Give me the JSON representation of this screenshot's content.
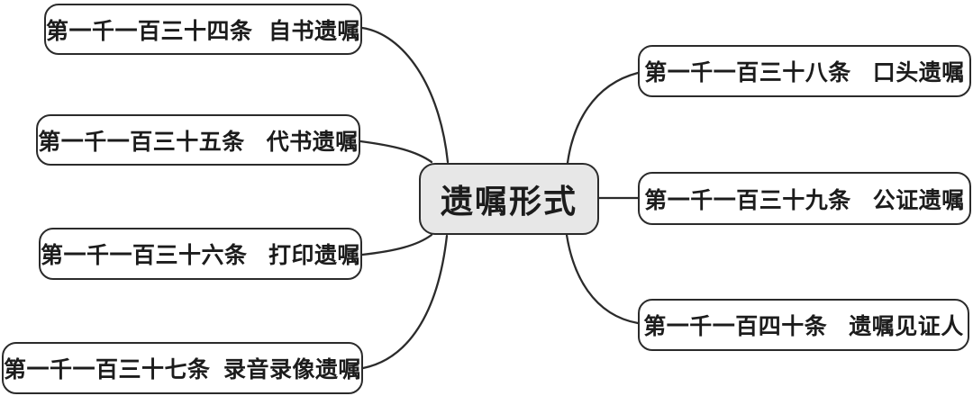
{
  "diagram": {
    "type": "mindmap",
    "central_topic": "遗嘱形式",
    "colors": {
      "background": "#ffffff",
      "node_fill": "#ffffff",
      "central_fill": "#e7e7e7",
      "border": "#2b2b2b",
      "text": "#1c1c1c"
    },
    "left_branches": [
      {
        "article": "第一千一百三十四条",
        "title": "自书遗嘱"
      },
      {
        "article": "第一千一百三十五条",
        "title": "代书遗嘱"
      },
      {
        "article": "第一千一百三十六条",
        "title": "打印遗嘱"
      },
      {
        "article": "第一千一百三十七条",
        "title": "录音录像遗嘱"
      }
    ],
    "right_branches": [
      {
        "article": "第一千一百三十八条",
        "title": "口头遗嘱"
      },
      {
        "article": "第一千一百三十九条",
        "title": "公证遗嘱"
      },
      {
        "article": "第一千一百四十条",
        "title": "遗嘱见证人"
      }
    ]
  }
}
